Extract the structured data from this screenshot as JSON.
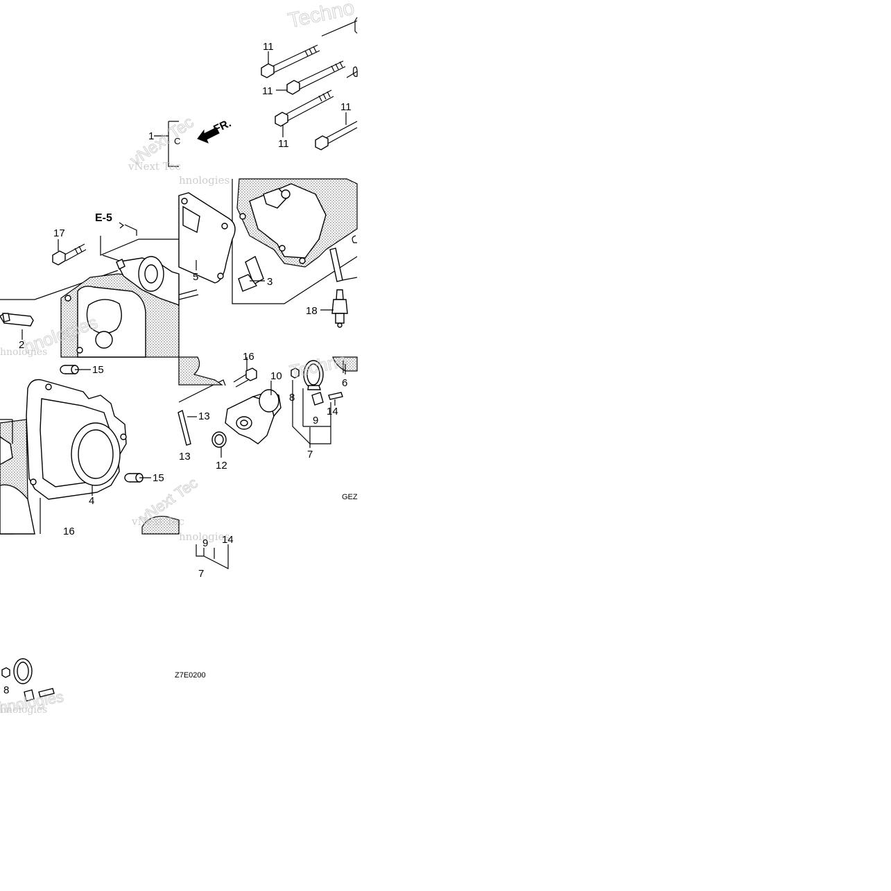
{
  "diagram": {
    "direction_label": "FR.",
    "reference_label": "E-5",
    "drawing_codes": [
      "GEZ",
      "Z7E0200"
    ],
    "watermark": {
      "line1": "vNext Tec",
      "line2": "hnologies",
      "brand": "Techno"
    },
    "callouts": {
      "c1": "1",
      "c2": "2",
      "c3": "3",
      "c4": "4",
      "c5": "5",
      "c6": "6",
      "c7a": "7",
      "c7b": "7",
      "c8a": "8",
      "c8b": "8",
      "c9a": "9",
      "c9b": "9",
      "c10": "10",
      "c11a": "11",
      "c11b": "11",
      "c11c": "11",
      "c11d": "11",
      "c12": "12",
      "c13a": "13",
      "c13b": "13",
      "c14a": "14",
      "c14b": "14",
      "c15a": "15",
      "c15b": "15",
      "c16": "16",
      "c16b": "16",
      "c17": "17",
      "c18": "18"
    }
  }
}
